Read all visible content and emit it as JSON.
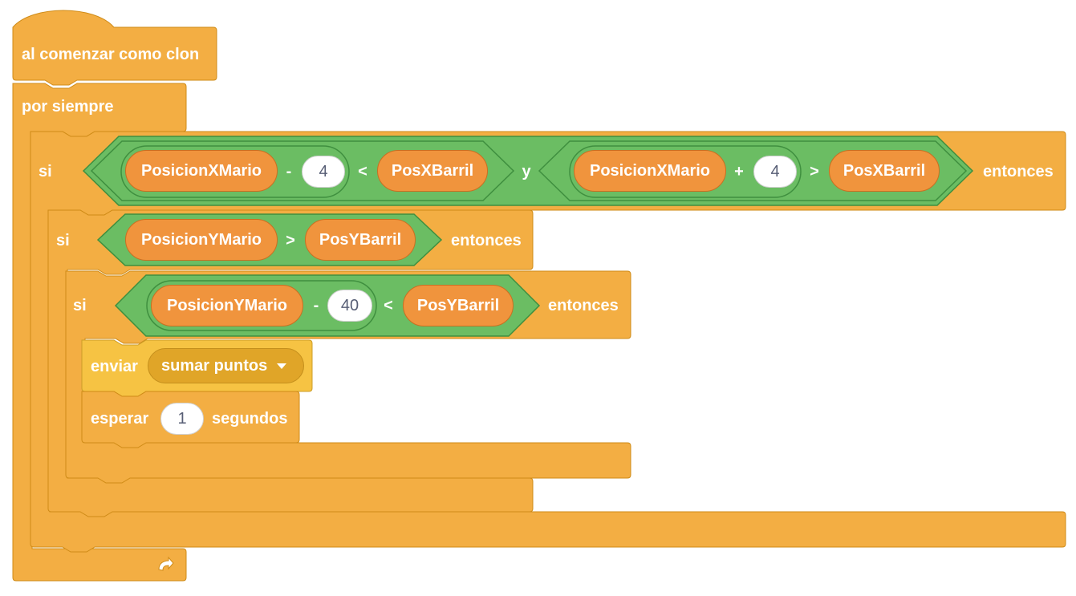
{
  "script": {
    "hat_label": "al comenzar como clon",
    "forever_label": "por siempre",
    "if1": {
      "si": "si",
      "and_word": "y",
      "then": "entonces",
      "left": {
        "var": "PosicionXMario",
        "op": "-",
        "num": "4",
        "cmp": "<",
        "rhs": "PosXBarril"
      },
      "right": {
        "var": "PosicionXMario",
        "op": "+",
        "num": "4",
        "cmp": ">",
        "rhs": "PosXBarril"
      }
    },
    "if2": {
      "si": "si",
      "then": "entonces",
      "cond": {
        "var": "PosicionYMario",
        "cmp": ">",
        "rhs": "PosYBarril"
      }
    },
    "if3": {
      "si": "si",
      "then": "entonces",
      "cond": {
        "var": "PosicionYMario",
        "op": "-",
        "num": "40",
        "cmp": "<",
        "rhs": "PosYBarril"
      }
    },
    "broadcast": {
      "label": "enviar",
      "message": "sumar puntos"
    },
    "wait": {
      "label": "esperar",
      "value": "1",
      "unit": "segundos"
    },
    "loop_arrow_icon": "loop-arrow-icon"
  },
  "colors": {
    "control": "#f3ae43",
    "control_border": "#cf8b17",
    "events": "#f6c343",
    "events_border": "#cc9c27",
    "operators": "#6bbd63",
    "operators_border": "#3f8f3f",
    "variables": "#f0943d"
  }
}
